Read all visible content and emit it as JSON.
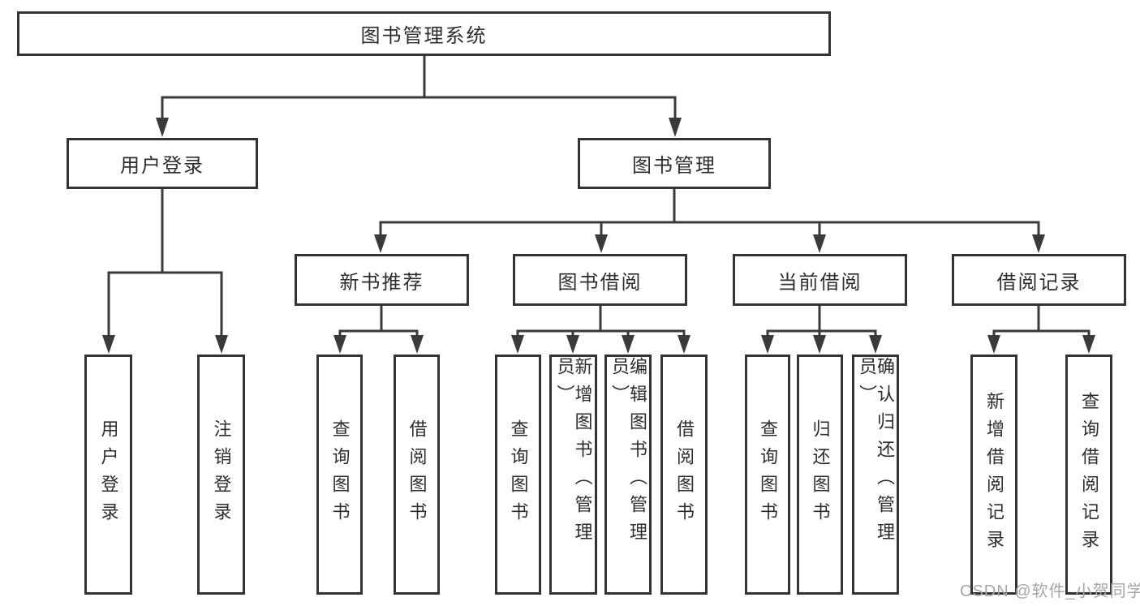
{
  "diagram": {
    "nodes": {
      "root": {
        "label": "图书管理系统"
      },
      "user_login": {
        "label": "用户登录"
      },
      "book_management": {
        "label": "图书管理"
      },
      "new_book_recommend": {
        "label": "新书推荐"
      },
      "book_borrowing": {
        "label": "图书借阅"
      },
      "current_borrowing": {
        "label": "当前借阅"
      },
      "borrowing_records": {
        "label": "借阅记录"
      },
      "leaf_user_login": {
        "label": "用户登录"
      },
      "leaf_logout": {
        "label": "注销登录"
      },
      "leaf_nb_query_books": {
        "label": "查询图书"
      },
      "leaf_nb_borrow_books": {
        "label": "借阅图书"
      },
      "leaf_bb_query_books": {
        "label": "查询图书"
      },
      "leaf_bb_add_books": {
        "label": "新增图书（管理员）"
      },
      "leaf_bb_edit_books": {
        "label": "编辑图书（管理员）"
      },
      "leaf_bb_borrow_books": {
        "label": "借阅图书"
      },
      "leaf_cb_query_books": {
        "label": "查询图书"
      },
      "leaf_cb_return_books": {
        "label": "归还图书"
      },
      "leaf_cb_confirm_return": {
        "label": "确认归还（管理员）"
      },
      "leaf_br_add_record": {
        "label": "新增借阅记录"
      },
      "leaf_br_query_record": {
        "label": "查询借阅记录"
      }
    },
    "colors": {
      "line": "#3a3a3a",
      "box_border": "#333333",
      "text": "#2d2d2d",
      "background": "#ffffff",
      "watermark": "#a6a6a6"
    }
  },
  "watermark": {
    "text": "CSDN @软件_小贺同学"
  }
}
